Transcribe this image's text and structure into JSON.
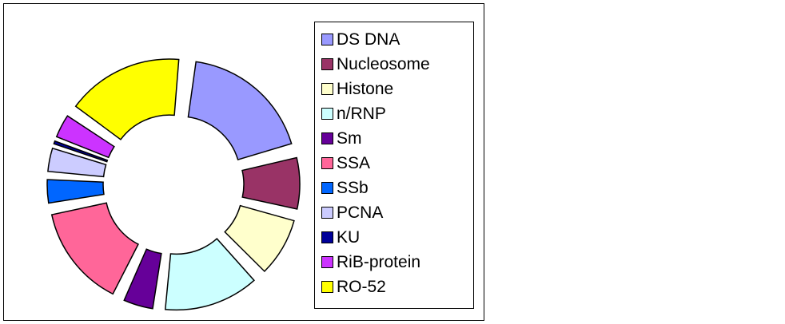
{
  "chart_data": {
    "type": "pie",
    "variant": "exploded-donut",
    "title": "",
    "legend_position": "right",
    "categories": [
      "DS DNA",
      "Nucleosome",
      "Histone",
      "n/RNP",
      "Sm",
      "SSA",
      "SSb",
      "PCNA",
      "KU",
      "RiB-protein",
      "RO-52"
    ],
    "values": [
      19,
      8,
      9,
      14,
      5,
      15,
      4,
      4,
      0.5,
      4,
      17
    ],
    "colors": [
      "#9999ff",
      "#993366",
      "#ffffcc",
      "#ccffff",
      "#660099",
      "#ff6699",
      "#0066ff",
      "#ccccff",
      "#000099",
      "#cc33ff",
      "#ffff00"
    ]
  }
}
